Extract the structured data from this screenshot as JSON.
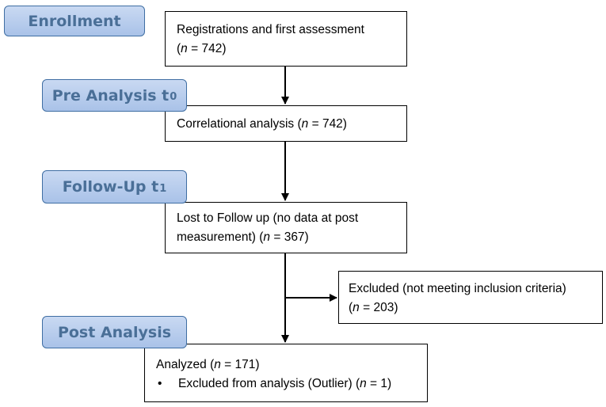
{
  "stages": {
    "enrollment": {
      "label": "Enrollment"
    },
    "pre": {
      "label": "Pre Analysis t",
      "sub": "0"
    },
    "follow": {
      "label": "Follow-Up t",
      "sub": "1"
    },
    "post": {
      "label": "Post Analysis"
    }
  },
  "boxes": {
    "registrations": {
      "line1": "Registrations and first assessment",
      "n_open": "(",
      "n_var": "n",
      "n_rest": " = 742)"
    },
    "correlational": {
      "text": "Correlational analysis (",
      "n_var": "n",
      "n_rest": " = 742)"
    },
    "lost": {
      "line1": "Lost to Follow up (no data at post",
      "line2_pre": "measurement) (",
      "n_var": "n",
      "n_rest": " = 367)"
    },
    "excluded": {
      "line1": "Excluded (not meeting inclusion criteria)",
      "n_open": "(",
      "n_var": "n",
      "n_rest": " = 203)"
    },
    "analyzed": {
      "line1_pre": "Analyzed (",
      "n_var": "n",
      "n_rest": " = 171)",
      "bullet": "•",
      "bullet_pre": "Excluded from analysis (Outlier) (",
      "bullet_n_var": "n",
      "bullet_n_rest": " = 1)"
    }
  }
}
